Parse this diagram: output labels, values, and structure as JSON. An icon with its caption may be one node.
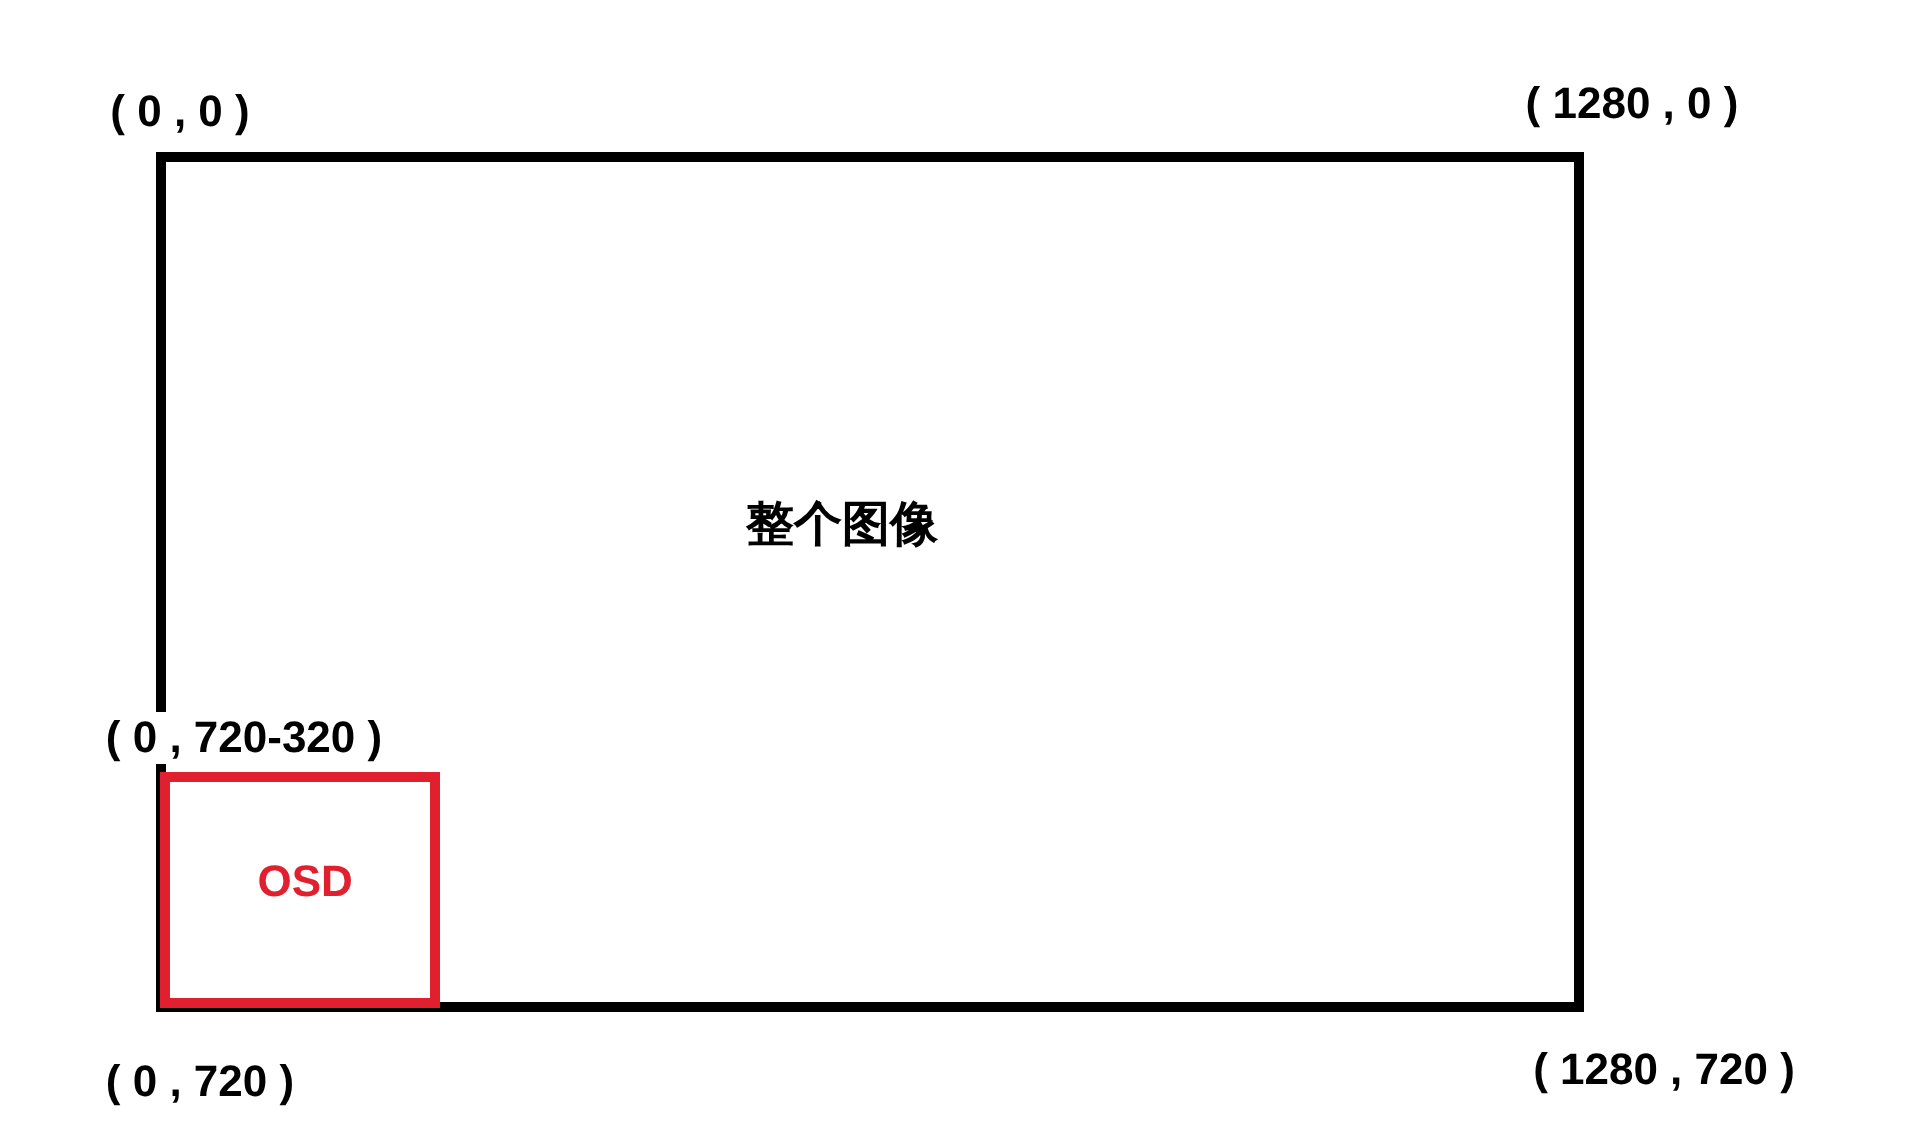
{
  "diagram": {
    "nodes": [
      {
        "text": [
          "整个图像"
        ]
      },
      {
        "text": [
          "OSD"
        ],
        "in": 0
      }
    ],
    "labels": [
      "( 0 , 0 )",
      "( 1280 , 0 )",
      "( 0 , 720-320 )",
      "( 0 , 720 )",
      "( 1280 , 720 )"
    ]
  }
}
